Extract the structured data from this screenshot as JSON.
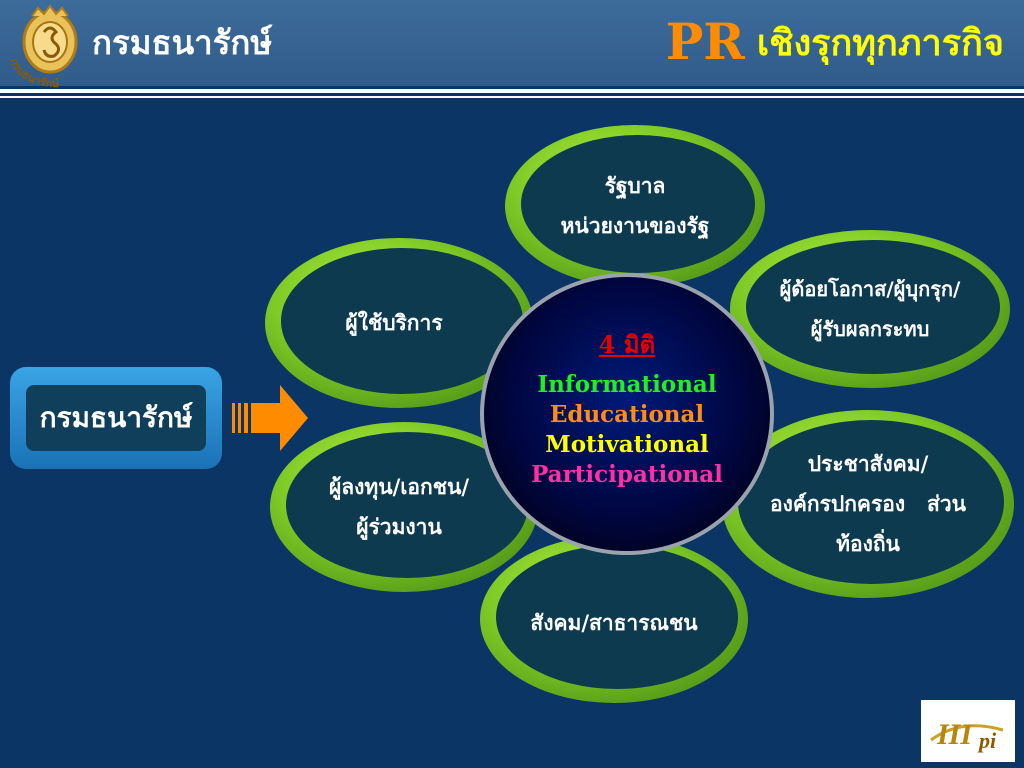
{
  "header": {
    "org_name": "กรมธนารักษ์",
    "title_prefix": "PR",
    "title_rest": "เชิงรุกทุกภารกิจ",
    "seal_text": "กรมธนารักษ์"
  },
  "diagram": {
    "center": {
      "title": "4 มิติ",
      "dimensions": [
        {
          "label": "Informational",
          "color": "#22ee22"
        },
        {
          "label": "Educational",
          "color": "#ff8c1a"
        },
        {
          "label": "Motivational",
          "color": "#ffff00"
        },
        {
          "label": "Participational",
          "color": "#ff2fa6"
        }
      ]
    },
    "petals": [
      {
        "lines": [
          "รัฐบาล",
          "หน่วยงานของรัฐ"
        ]
      },
      {
        "lines": [
          "ผู้ใช้บริการ"
        ]
      },
      {
        "lines": [
          "ผู้ด้อยโอกาส/ผู้บุกรุก/",
          "ผู้รับผลกระทบ"
        ]
      },
      {
        "lines": [
          "ผู้ลงทุน/เอกชน/",
          "ผู้ร่วมงาน"
        ]
      },
      {
        "lines": [
          "ประชาสังคม/",
          "องค์กรปกครอง   ส่วน",
          "ท้องถิ่น"
        ]
      },
      {
        "lines": [
          "สังคม/สาธารณชน"
        ]
      }
    ],
    "source_label": "กรมธนารักษ์"
  },
  "footer": {
    "logo_text": "III",
    "logo_sub": "pi"
  },
  "colors": {
    "accent_orange": "#ff8c00",
    "title_yellow": "#ffff00",
    "petal_green": "#7cc825"
  }
}
